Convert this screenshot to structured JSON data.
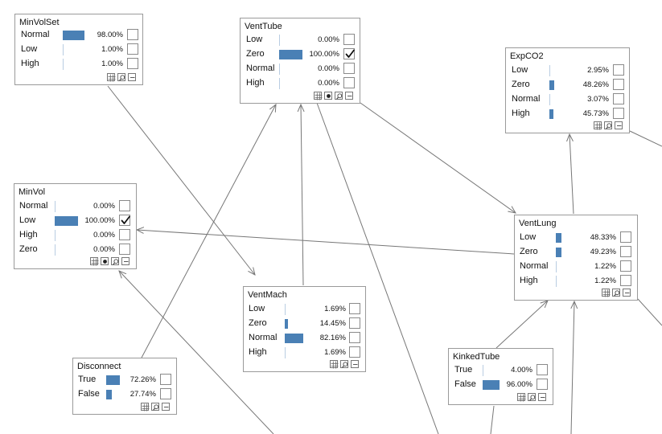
{
  "nodes": [
    {
      "id": "minvolset",
      "title": "MinVolSet",
      "states": [
        {
          "label": "Normal",
          "value": 98.0,
          "text": "98.00%",
          "checked": false
        },
        {
          "label": "Low",
          "value": 1.0,
          "text": "1.00%",
          "checked": false
        },
        {
          "label": "High",
          "value": 1.0,
          "text": "1.00%",
          "checked": false
        }
      ],
      "tools": [
        "table-icon",
        "zoom-icon",
        "collapse-icon"
      ]
    },
    {
      "id": "venttube",
      "title": "VentTube",
      "states": [
        {
          "label": "Low",
          "value": 0.0,
          "text": "0.00%",
          "checked": false
        },
        {
          "label": "Zero",
          "value": 100.0,
          "text": "100.00%",
          "checked": true
        },
        {
          "label": "Normal",
          "value": 0.0,
          "text": "0.00%",
          "checked": false
        },
        {
          "label": "High",
          "value": 0.0,
          "text": "0.00%",
          "checked": false
        }
      ],
      "tools": [
        "table-icon",
        "evidence-icon",
        "zoom-icon",
        "collapse-icon"
      ]
    },
    {
      "id": "expco2",
      "title": "ExpCO2",
      "states": [
        {
          "label": "Low",
          "value": 2.95,
          "text": "2.95%",
          "checked": false
        },
        {
          "label": "Zero",
          "value": 48.26,
          "text": "48.26%",
          "checked": false
        },
        {
          "label": "Normal",
          "value": 3.07,
          "text": "3.07%",
          "checked": false
        },
        {
          "label": "High",
          "value": 45.73,
          "text": "45.73%",
          "checked": false
        }
      ],
      "tools": [
        "table-icon",
        "zoom-icon",
        "collapse-icon"
      ]
    },
    {
      "id": "minvol",
      "title": "MinVol",
      "states": [
        {
          "label": "Normal",
          "value": 0.0,
          "text": "0.00%",
          "checked": false
        },
        {
          "label": "Low",
          "value": 100.0,
          "text": "100.00%",
          "checked": true
        },
        {
          "label": "High",
          "value": 0.0,
          "text": "0.00%",
          "checked": false
        },
        {
          "label": "Zero",
          "value": 0.0,
          "text": "0.00%",
          "checked": false
        }
      ],
      "tools": [
        "table-icon",
        "evidence-icon",
        "zoom-icon",
        "collapse-icon"
      ]
    },
    {
      "id": "ventlung",
      "title": "VentLung",
      "states": [
        {
          "label": "Low",
          "value": 48.33,
          "text": "48.33%",
          "checked": false
        },
        {
          "label": "Zero",
          "value": 49.23,
          "text": "49.23%",
          "checked": false
        },
        {
          "label": "Normal",
          "value": 1.22,
          "text": "1.22%",
          "checked": false
        },
        {
          "label": "High",
          "value": 1.22,
          "text": "1.22%",
          "checked": false
        }
      ],
      "tools": [
        "table-icon",
        "zoom-icon",
        "collapse-icon"
      ]
    },
    {
      "id": "ventmach",
      "title": "VentMach",
      "states": [
        {
          "label": "Low",
          "value": 1.69,
          "text": "1.69%",
          "checked": false
        },
        {
          "label": "Zero",
          "value": 14.45,
          "text": "14.45%",
          "checked": false
        },
        {
          "label": "Normal",
          "value": 82.16,
          "text": "82.16%",
          "checked": false
        },
        {
          "label": "High",
          "value": 1.69,
          "text": "1.69%",
          "checked": false
        }
      ],
      "tools": [
        "table-icon",
        "zoom-icon",
        "collapse-icon"
      ]
    },
    {
      "id": "disconnect",
      "title": "Disconnect",
      "states": [
        {
          "label": "True",
          "value": 72.26,
          "text": "72.26%",
          "checked": false
        },
        {
          "label": "False",
          "value": 27.74,
          "text": "27.74%",
          "checked": false
        }
      ],
      "tools": [
        "table-icon",
        "zoom-icon",
        "collapse-icon"
      ]
    },
    {
      "id": "kinkedtube",
      "title": "KinkedTube",
      "states": [
        {
          "label": "True",
          "value": 4.0,
          "text": "4.00%",
          "checked": false
        },
        {
          "label": "False",
          "value": 96.0,
          "text": "96.00%",
          "checked": false
        }
      ],
      "tools": [
        "table-icon",
        "zoom-icon",
        "collapse-icon"
      ]
    }
  ],
  "colors": {
    "bar": "#4a80b5",
    "bar_faint": "#b9cde2",
    "edge": "#777777",
    "node_border": "#9a9a9a"
  }
}
